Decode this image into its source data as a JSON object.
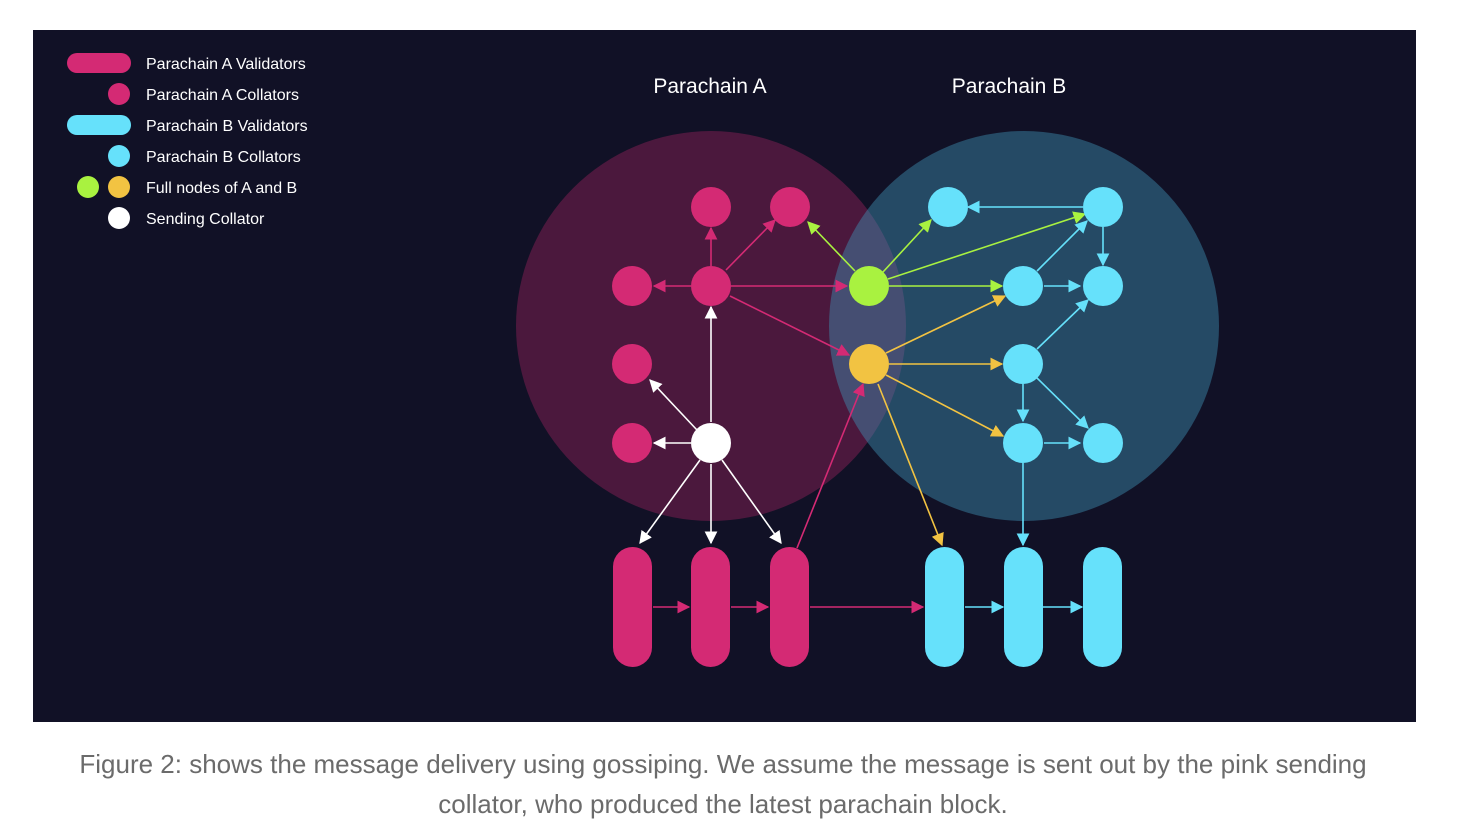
{
  "legend": {
    "a_validators": "Parachain A Validators",
    "a_collators": "Parachain A Collators",
    "b_validators": "Parachain B Validators",
    "b_collators": "Parachain B Collators",
    "full_nodes": "Full nodes of A and B",
    "sending_collator": "Sending Collator"
  },
  "titles": {
    "parachain_a": "Parachain A",
    "parachain_b": "Parachain B"
  },
  "caption": {
    "line1": "Figure 2: shows the message delivery using gossiping. We assume the message is sent out by the pink sending",
    "line2": "collator, who produced the latest parachain block."
  },
  "colors": {
    "background": "#111126",
    "parachain_a": "#d42a74",
    "parachain_b": "#66e1fb",
    "full_node_green": "#a9f240",
    "full_node_yellow": "#f2c342",
    "sending_collator": "#ffffff",
    "region_a": "#4a1540",
    "region_b": "#224d65"
  }
}
